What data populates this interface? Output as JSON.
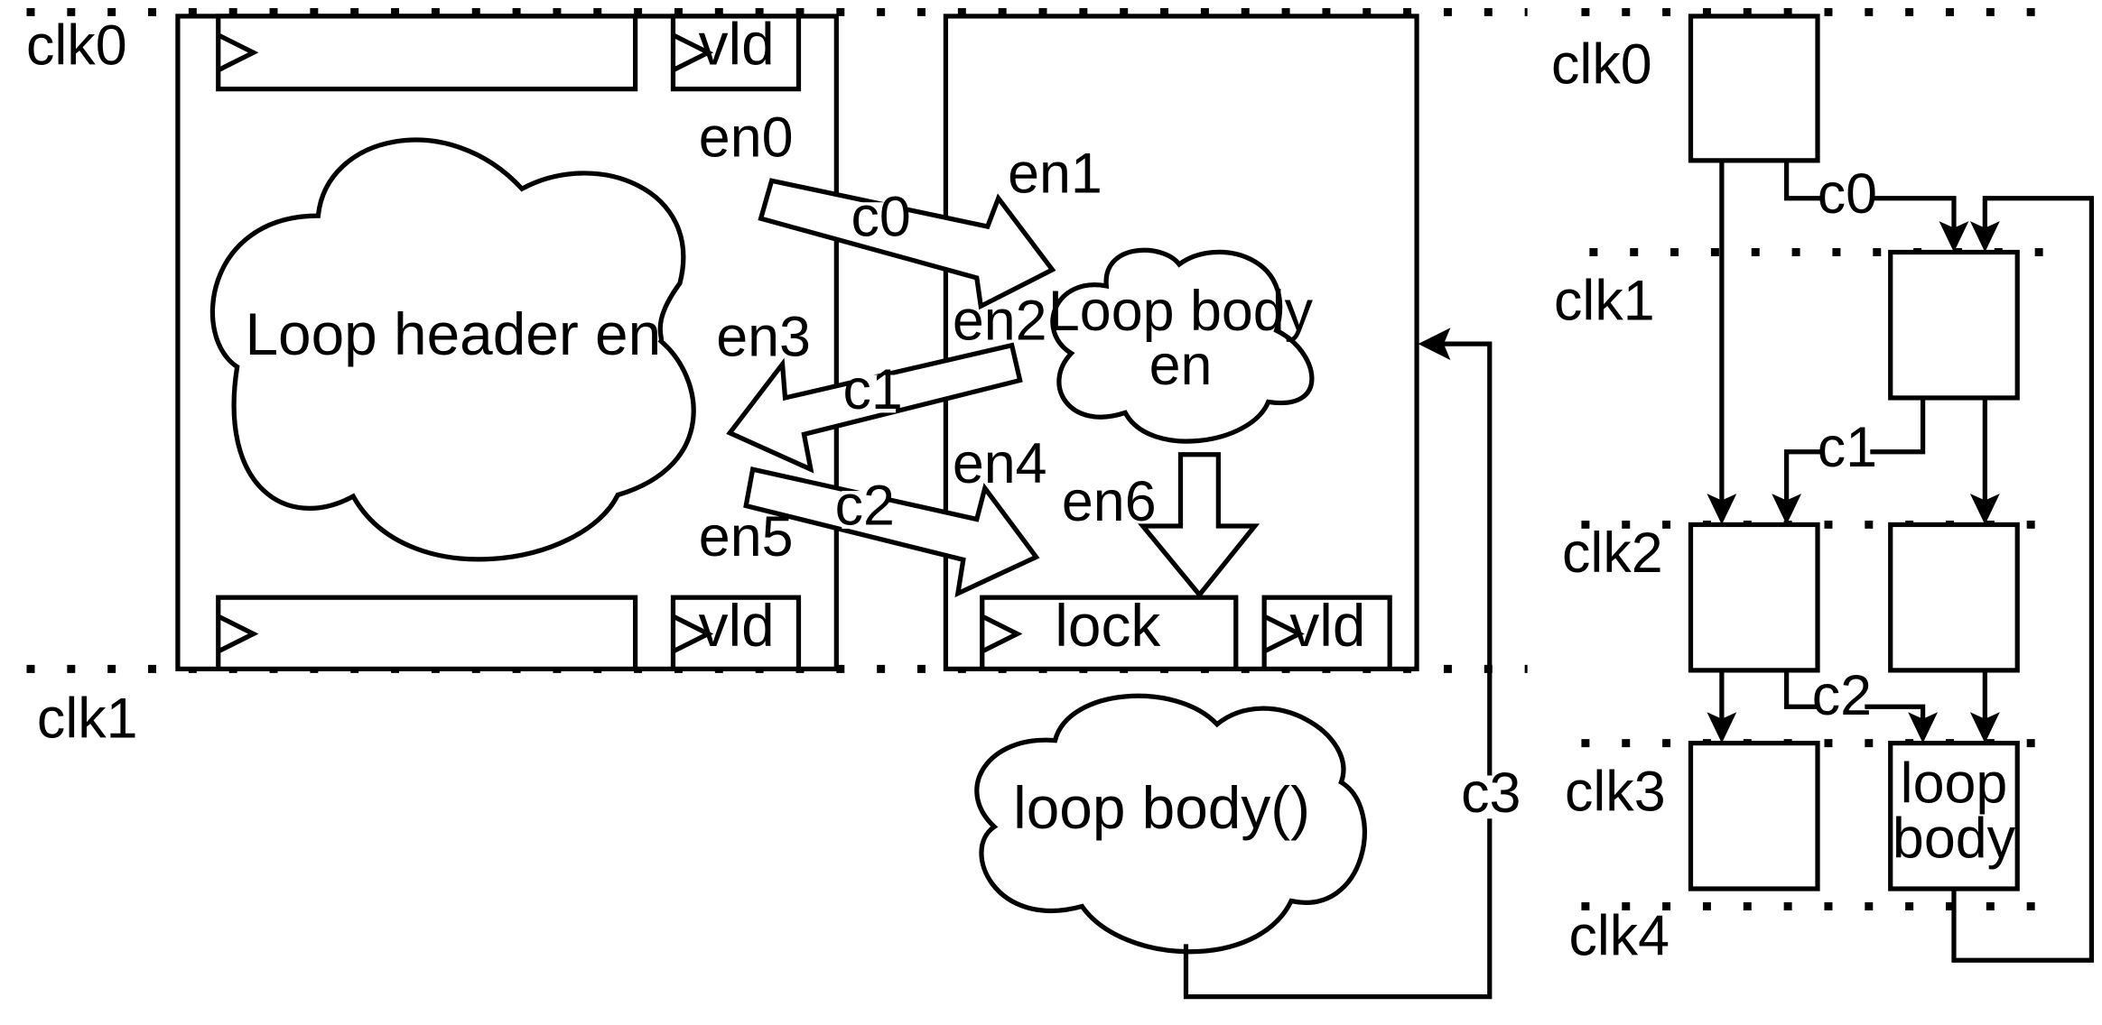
{
  "colors": {
    "stroke": "#000000",
    "background": "#ffffff"
  },
  "left": {
    "clk0": "clk0",
    "clk1": "clk1",
    "header_cloud": "Loop header en",
    "vld_top": "vld",
    "vld_bottom": "vld",
    "vld_body": "vld",
    "lock": "lock",
    "body_cloud_line1": "Loop body",
    "body_cloud_line2": "en",
    "loop_body_call": "loop body()",
    "en0": "en0",
    "en1": "en1",
    "en2": "en2",
    "en3": "en3",
    "en4": "en4",
    "en5": "en5",
    "en6": "en6",
    "c0": "c0",
    "c1": "c1",
    "c2": "c2",
    "c3": "c3"
  },
  "right": {
    "clk0": "clk0",
    "clk1": "clk1",
    "clk2": "clk2",
    "clk3": "clk3",
    "clk4": "clk4",
    "c0": "c0",
    "c1": "c1",
    "c2": "c2",
    "loop_body_line1": "loop",
    "loop_body_line2": "body"
  }
}
